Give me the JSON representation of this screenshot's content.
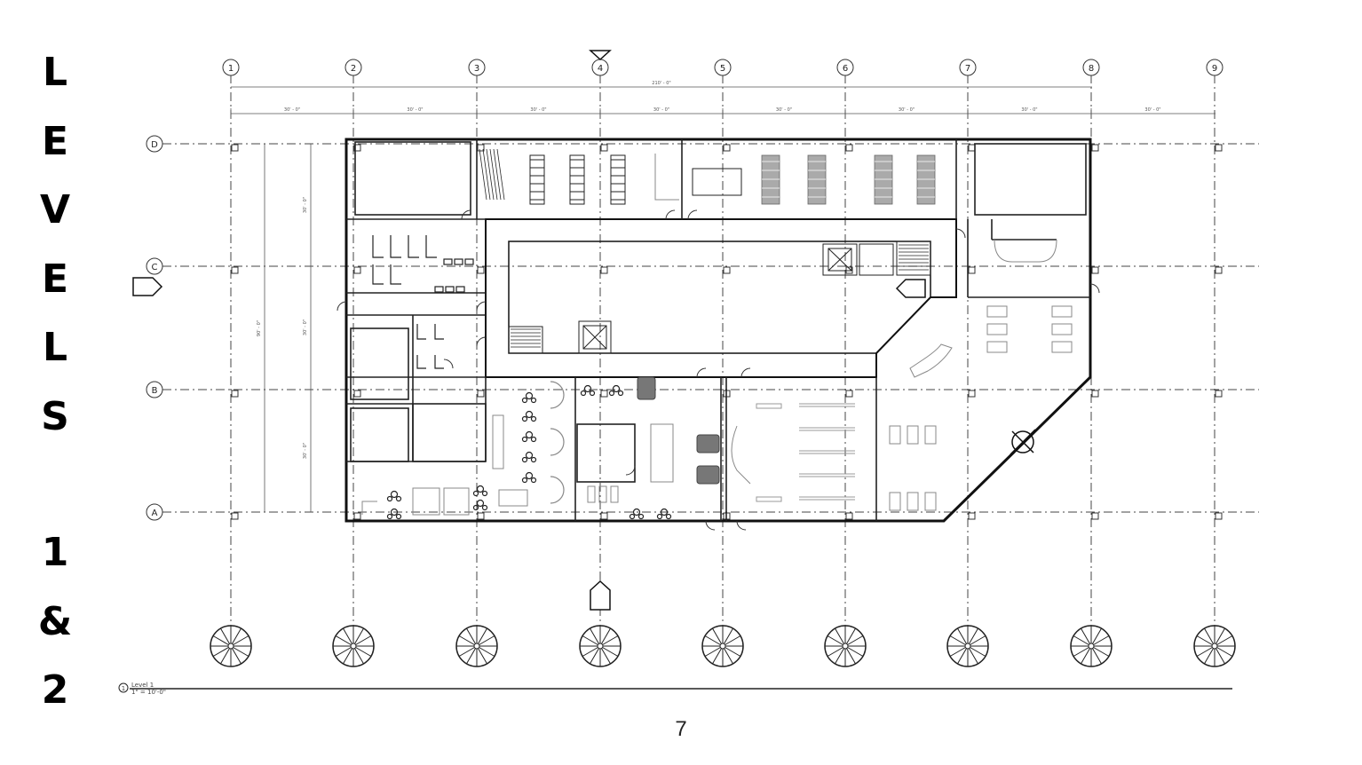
{
  "title_letters": [
    "L",
    "E",
    "V",
    "E",
    "L",
    "S",
    "",
    "1",
    "&",
    "2"
  ],
  "page_number": "7",
  "grid": {
    "columns": [
      "1",
      "2",
      "3",
      "4",
      "5",
      "6",
      "7",
      "8",
      "9"
    ],
    "rows": [
      "D",
      "C",
      "B",
      "A"
    ],
    "bay_dimensions": [
      "30' - 0\"",
      "30' - 0\"",
      "30' - 0\"",
      "30' - 0\"",
      "30' - 0\"",
      "30' - 0\"",
      "30' - 0\"",
      "30' - 0\""
    ],
    "overall_dimension": "210' - 0\"",
    "row_dimensions": [
      "30' - 0\"",
      "30' - 0\"",
      "30' - 0\""
    ],
    "overall_row_dimension": "90' - 0\""
  },
  "view_title": {
    "number": "1",
    "name": "Level 1",
    "scale": "1\" = 10'-0\""
  },
  "colors": {
    "ink": "#111111",
    "linework": "#333333",
    "furniture": "#aaaaaa"
  }
}
